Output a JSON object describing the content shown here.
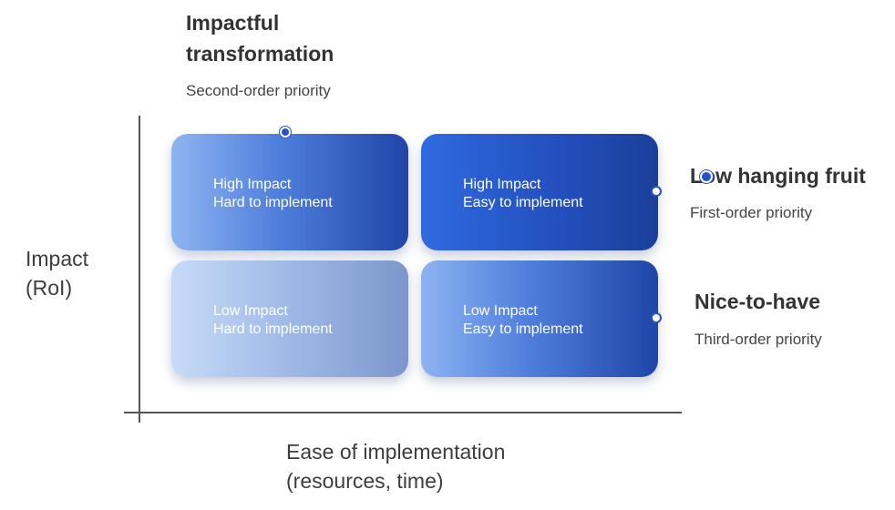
{
  "axes": {
    "y_label": [
      "Impact",
      "(RoI)"
    ],
    "x_label": [
      "Ease of implementation",
      "(resources, time)"
    ]
  },
  "quadrants": {
    "top_left": [
      "High Impact",
      "Hard to implement"
    ],
    "top_right": [
      "High Impact",
      "Easy to implement"
    ],
    "bottom_left": [
      "Low Impact",
      "Hard to implement"
    ],
    "bottom_right": [
      "Low Impact",
      "Easy to implement"
    ]
  },
  "categories": {
    "impactful": {
      "title": [
        "Impactful",
        "transformation"
      ],
      "subtitle": "Second-order priority"
    },
    "low_hanging": {
      "title": "Low hanging fruit",
      "subtitle": "First-order priority"
    },
    "nice_to_have": {
      "title": "Nice-to-have",
      "subtitle": "Third-order priority"
    }
  },
  "colors": {
    "accent": "#2453c9",
    "quadrant_dark": "#1f45a8",
    "quadrant_light": "#c7dbf8"
  }
}
